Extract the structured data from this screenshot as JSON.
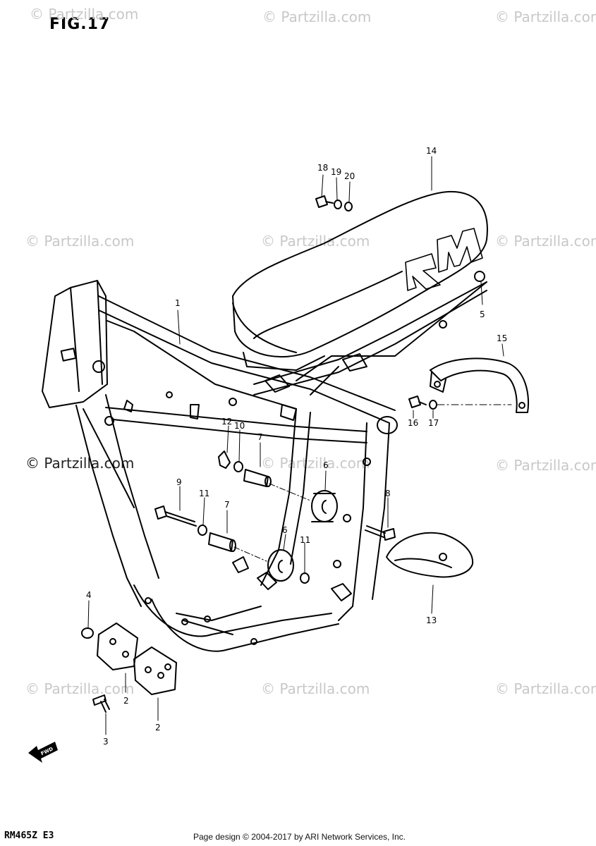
{
  "figure": {
    "title": "FIG.17",
    "model_code": "RM465Z E3"
  },
  "footer": {
    "text": "Page design © 2004-2017 by ARI Network Services, Inc."
  },
  "watermark": {
    "text": "© Partzilla.com"
  },
  "forward_label": "FWD",
  "callouts": {
    "c1": "1",
    "c2a": "2",
    "c2b": "2",
    "c3": "3",
    "c4": "4",
    "c5": "5",
    "c6a": "6",
    "c6b": "6",
    "c7a": "7",
    "c7b": "7",
    "c8": "8",
    "c9": "9",
    "c10": "10",
    "c11a": "11",
    "c11b": "11",
    "c12": "12",
    "c13": "13",
    "c14": "14",
    "c15": "15",
    "c16": "16",
    "c17": "17",
    "c18": "18",
    "c19": "19",
    "c20": "20"
  }
}
